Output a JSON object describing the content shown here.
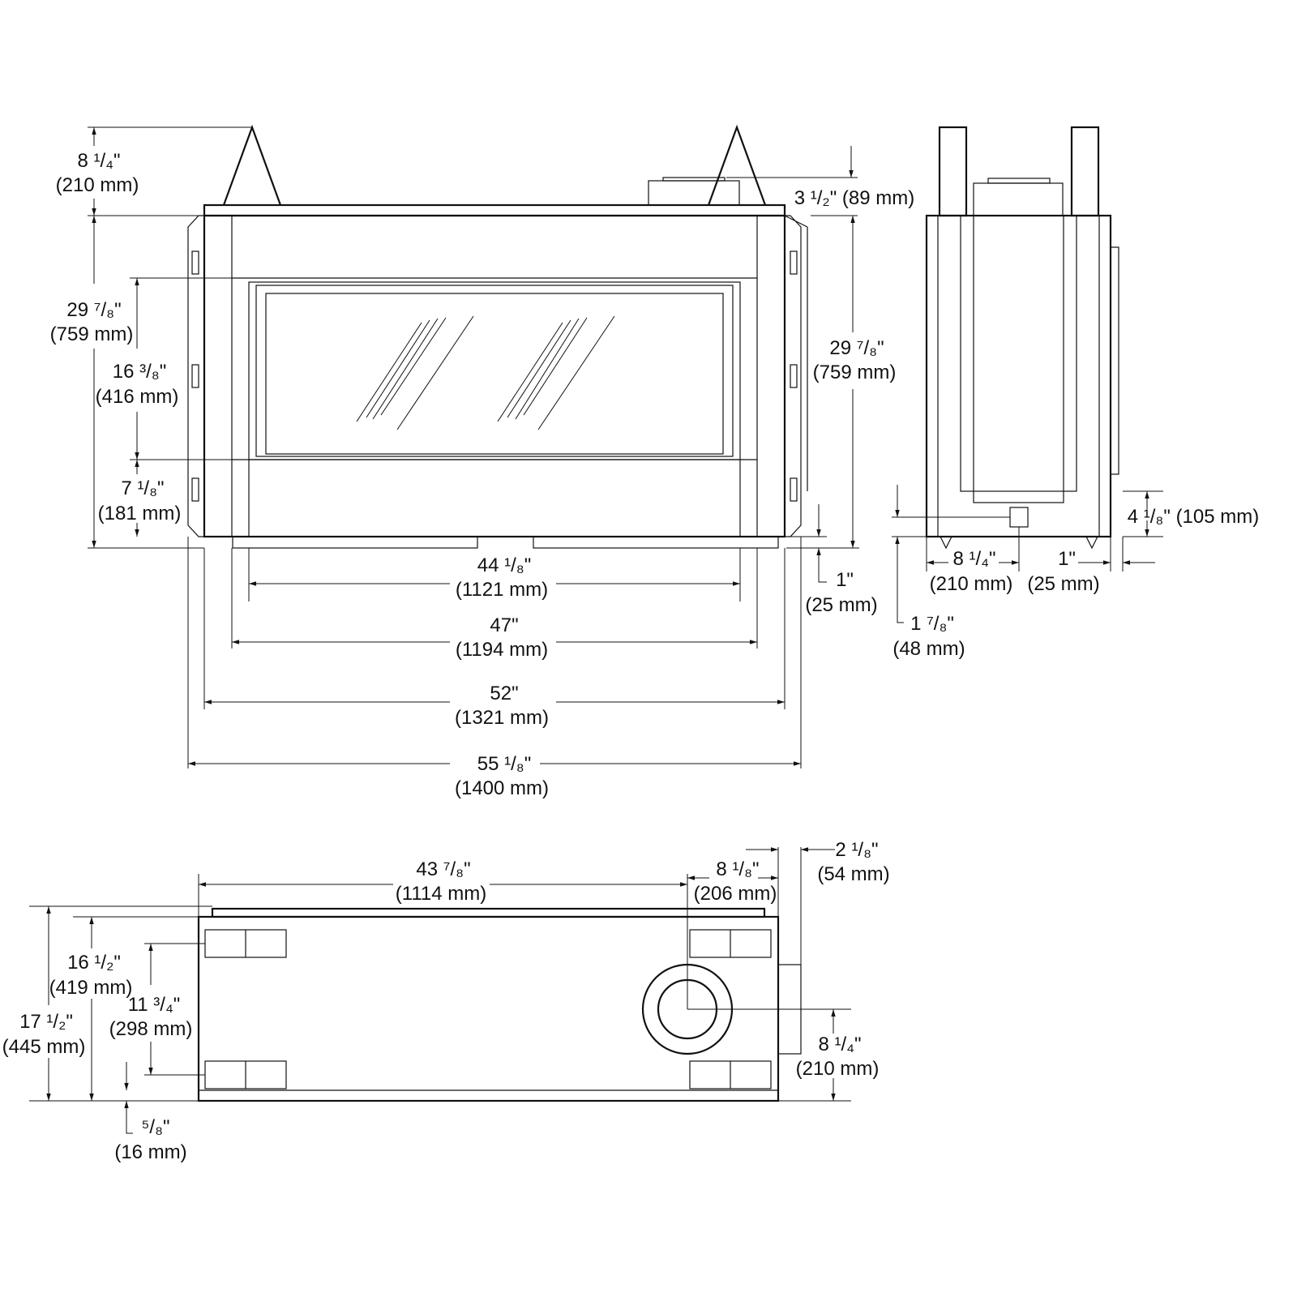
{
  "front_view": {
    "top_clearance": {
      "imperial": "8 ¹/₄\"",
      "metric": "(210 mm)"
    },
    "overall_height_left": {
      "imperial": "29 ⁷/₈\"",
      "metric": "(759 mm)"
    },
    "glass_height": {
      "imperial": "16 ³/₈\"",
      "metric": "(416 mm)"
    },
    "bottom_panel": {
      "imperial": "7 ¹/₈\"",
      "metric": "(181 mm)"
    },
    "vent_height": {
      "imperial": "3 ¹/₂\"",
      "metric": "(89 mm)"
    },
    "overall_height_right": {
      "imperial": "29 ⁷/₈\"",
      "metric": "(759 mm)"
    },
    "base_offset": {
      "imperial": "1\"",
      "metric": "(25 mm)"
    },
    "glass_width": {
      "imperial": "44 ¹/₈\"",
      "metric": "(1121 mm)"
    },
    "opening_width": {
      "imperial": "47\"",
      "metric": "(1194 mm)"
    },
    "body_width": {
      "imperial": "52\"",
      "metric": "(1321 mm)"
    },
    "overall_width": {
      "imperial": "55 ¹/₈\"",
      "metric": "(1400 mm)"
    }
  },
  "side_view": {
    "gas_inlet_height": {
      "imperial": "4 ¹/₈\"",
      "metric": "(105 mm)"
    },
    "gas_inlet_depth": {
      "imperial": "8 ¹/₄\"",
      "metric": "(210 mm)"
    },
    "flange_depth": {
      "imperial": "1\"",
      "metric": "(25 mm)"
    },
    "gas_inlet_from_floor": {
      "imperial": "1 ⁷/₈\"",
      "metric": "(48 mm)"
    }
  },
  "top_view": {
    "vent_center_from_left": {
      "imperial": "43 ⁷/₈\"",
      "metric": "(1114 mm)"
    },
    "vent_center_from_right": {
      "imperial": "8 ¹/₈\"",
      "metric": "(206 mm)"
    },
    "rear_box": {
      "imperial": "2 ¹/₈\"",
      "metric": "(54 mm)"
    },
    "depth_inner": {
      "imperial": "16 ¹/₂\"",
      "metric": "(419 mm)"
    },
    "bracket_spacing": {
      "imperial": "11 ³/₄\"",
      "metric": "(298 mm)"
    },
    "depth_overall": {
      "imperial": "17 ¹/₂\"",
      "metric": "(445 mm)"
    },
    "vent_center_depth": {
      "imperial": "8 ¹/₄\"",
      "metric": "(210 mm)"
    },
    "front_offset": {
      "imperial": "⁵/₈\"",
      "metric": "(16 mm)"
    }
  }
}
